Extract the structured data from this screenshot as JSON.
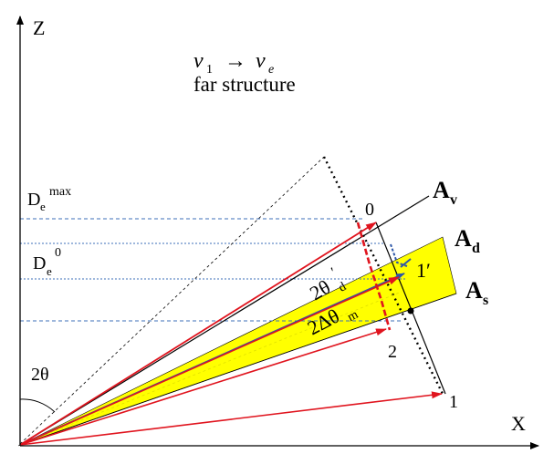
{
  "axes": {
    "x_label": "X",
    "z_label": "Z"
  },
  "header": {
    "nu1": "ν",
    "nu1_sub": "1",
    "arrow": "→",
    "nue": "ν",
    "nue_sub": "e",
    "subtitle": "far structure"
  },
  "levels": {
    "de_max_base": "D",
    "de_max_sub": "e",
    "de_max_sup": "max",
    "de0_base": "D",
    "de0_sub": "e",
    "de0_sup": "0"
  },
  "angle_2theta": "2θ",
  "angle_2theta_d": "2θ",
  "angle_2theta_d_sub": "d",
  "angle_2theta_d_prime": "′",
  "angle_2delta_theta_m": "2Δθ",
  "angle_2delta_theta_m_sub": "m",
  "points": {
    "p0": "0",
    "p1": "1",
    "p1_prime": "1′",
    "p2": "2"
  },
  "vectors": {
    "av_base": "A",
    "av_sub": "v",
    "ad_base": "A",
    "ad_sub": "d",
    "as_base": "A",
    "as_sub": "s"
  },
  "colors": {
    "axis": "#000000",
    "red_vector": "#e0141e",
    "blue_vector": "#2c56a8",
    "band_fill": "#ffff00",
    "dashed_blue": "#3d6fb8"
  }
}
